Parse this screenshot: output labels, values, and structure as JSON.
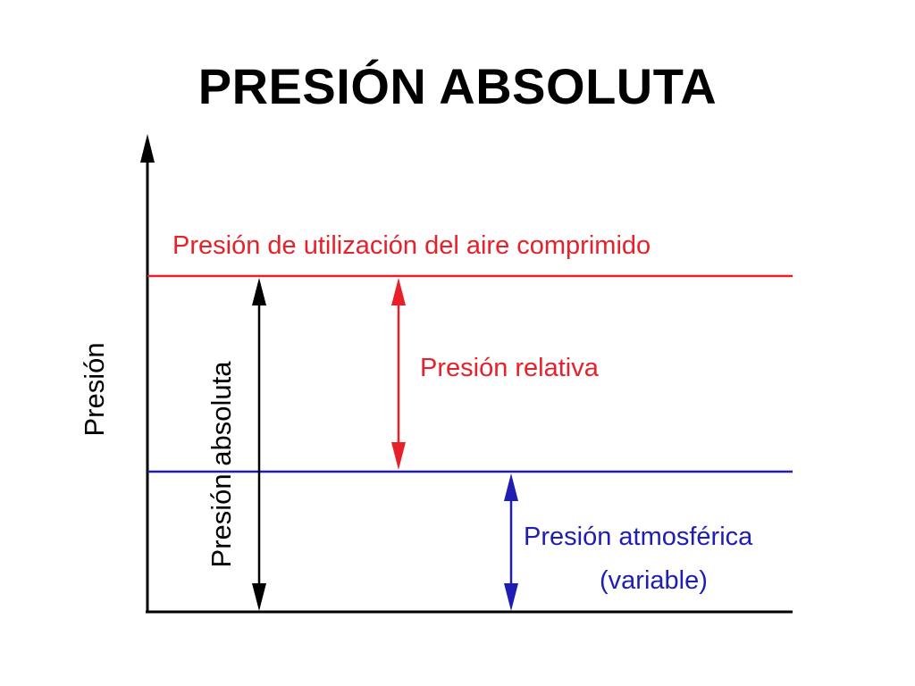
{
  "title": "PRESIÓN ABSOLUTA",
  "colors": {
    "red": "#e8202a",
    "blue": "#1e1eb4",
    "black": "#000000"
  },
  "diagram": {
    "y_axis_label": "Presión",
    "usage_pressure_label": "Presión de utilización del aire comprimido",
    "relative_pressure_label": "Presión relativa",
    "absolute_pressure_label": "Presión absoluta",
    "atmospheric_pressure_label_line1": "Presión atmosférica",
    "atmospheric_pressure_label_line2": "(variable)"
  }
}
